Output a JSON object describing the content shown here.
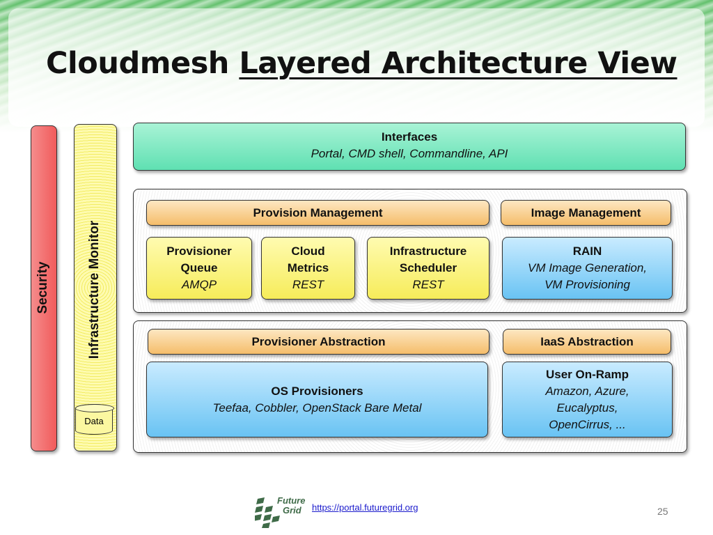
{
  "title": {
    "plain": "Cloudmesh ",
    "underlined": "Layered Architecture View"
  },
  "side_bars": {
    "security": "Security",
    "infra_monitor": "Infrastructure Monitor",
    "data": "Data"
  },
  "interfaces": {
    "title": "Interfaces",
    "subtitle": "Portal, CMD shell, Commandline, API"
  },
  "management": {
    "provision_management": "Provision Management",
    "image_management": "Image Management",
    "provisioner_queue": {
      "title_1": "Provisioner",
      "title_2": "Queue",
      "subtitle": "AMQP"
    },
    "cloud_metrics": {
      "title_1": "Cloud",
      "title_2": "Metrics",
      "subtitle": "REST"
    },
    "infra_scheduler": {
      "title_1": "Infrastructure",
      "title_2": "Scheduler",
      "subtitle": "REST"
    },
    "rain": {
      "title": "RAIN",
      "line_1": "VM Image  Generation,",
      "line_2": "VM Provisioning"
    }
  },
  "abstraction": {
    "provisioner_abstraction": "Provisioner Abstraction",
    "iaas_abstraction": "IaaS Abstraction",
    "os_provisioners": {
      "title": "OS Provisioners",
      "subtitle": "Teefaa, Cobbler, OpenStack Bare Metal"
    },
    "user_onramp": {
      "title": "User On-Ramp",
      "line_1": "Amazon, Azure,",
      "line_2": "Eucalyptus,",
      "line_3": "OpenCirrus, ..."
    }
  },
  "footer": {
    "logo_line_1": "Future",
    "logo_line_2": "Grid",
    "url": "https://portal.futuregrid.org",
    "page_number": "25"
  },
  "colors": {
    "interfaces": "#5fe0b2",
    "header_bar": "#f5bd6a",
    "service": "#f6ec5a",
    "blue_box": "#69c3f3",
    "security": "#f26b6b",
    "monitor": "#f3ee5a"
  }
}
